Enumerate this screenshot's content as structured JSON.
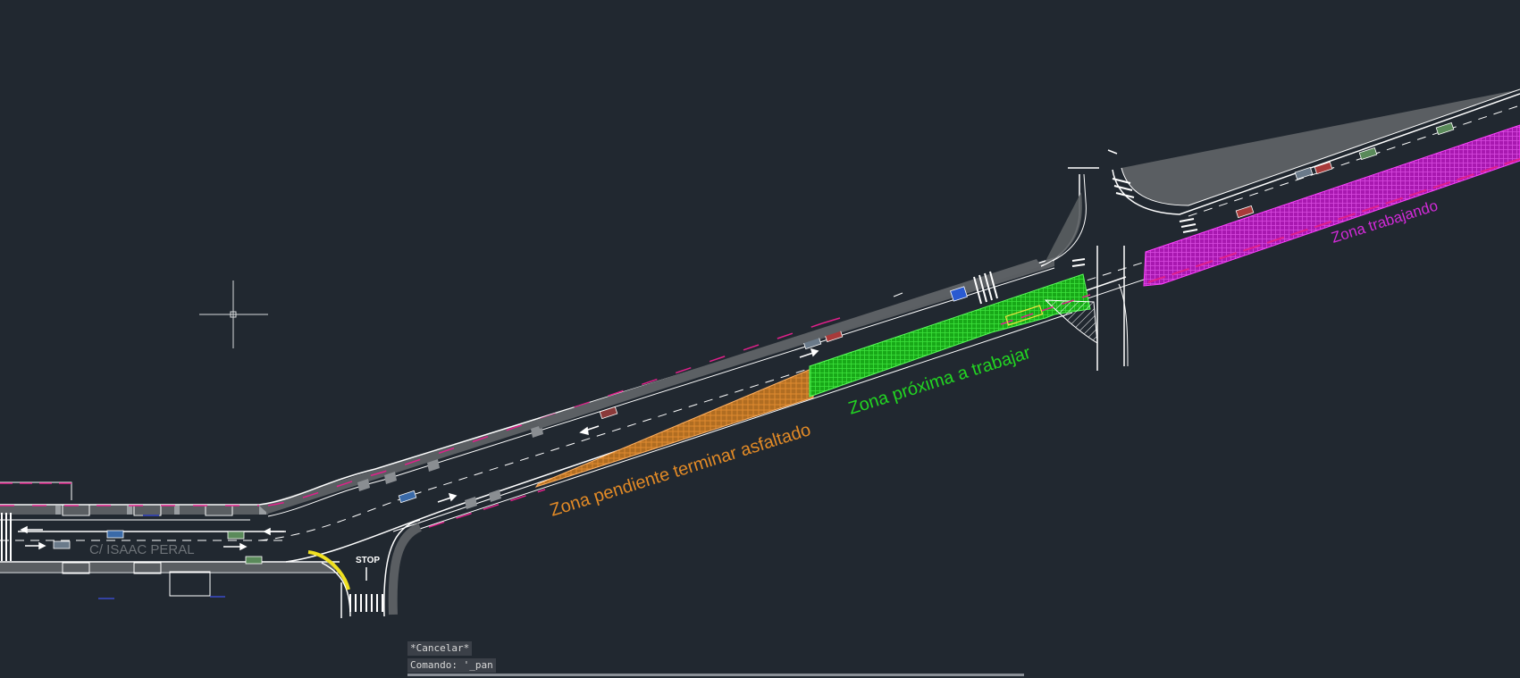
{
  "drawing": {
    "street_label": "C/ ISAAC PERAL",
    "stop_marking": "STOP",
    "zones": {
      "pending": {
        "label": "Zona pendiente terminar asfaltado",
        "color": "#d97b22"
      },
      "next": {
        "label": "Zona próxima a trabajar",
        "color": "#1ec41e"
      },
      "working": {
        "label": "Zona trabajando",
        "color": "#c21fc9"
      }
    },
    "background_color": "#212830"
  },
  "command_line": {
    "history": "*Cancelar*",
    "prompt": "Comando: '_pan"
  },
  "icons": [
    "crosshair-cursor-icon",
    "parking-sign-icon"
  ]
}
